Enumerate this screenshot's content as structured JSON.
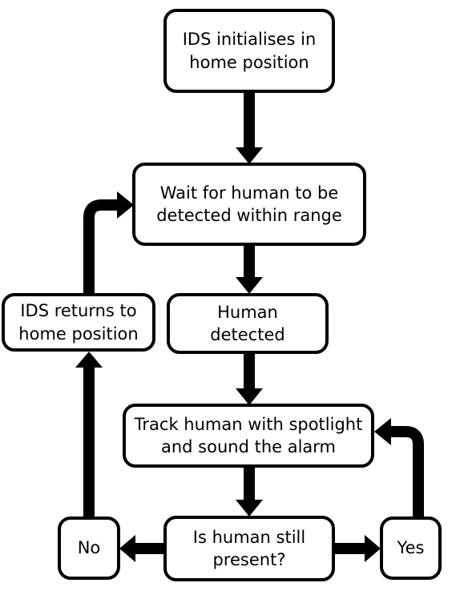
{
  "flowchart": {
    "nodes": {
      "init": "IDS initialises in\nhome position",
      "wait": "Wait for human to be\ndetected within range",
      "detected": "Human\ndetected",
      "returns": "IDS returns to\nhome position",
      "track": "Track human with spotlight\nand sound the alarm",
      "question": "Is human still\npresent?",
      "no": "No",
      "yes": "Yes"
    }
  }
}
